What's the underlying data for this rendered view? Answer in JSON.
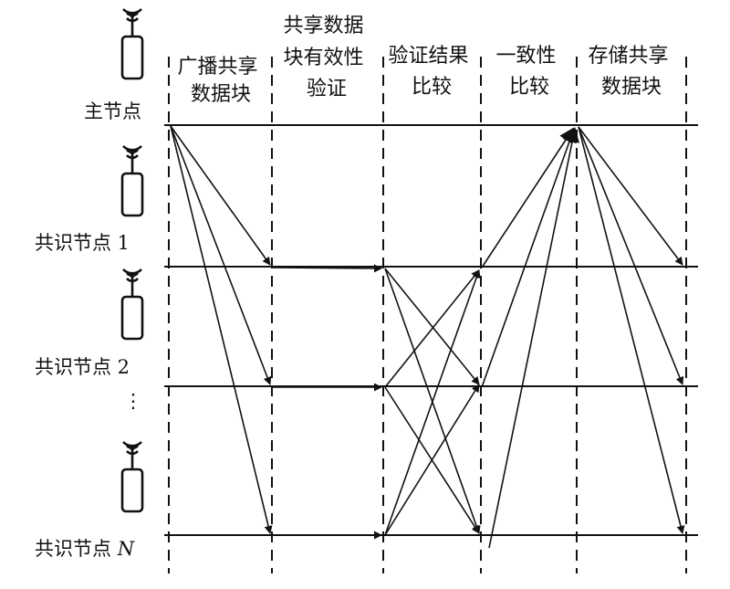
{
  "phases": [
    {
      "lines": [
        "广播共享",
        "数据块"
      ]
    },
    {
      "lines": [
        "共享数据",
        "块有效性",
        "验证"
      ]
    },
    {
      "lines": [
        "验证结果",
        "比较"
      ]
    },
    {
      "lines": [
        "一致性",
        "比较"
      ]
    },
    {
      "lines": [
        "存储共享",
        "数据块"
      ]
    }
  ],
  "nodes": {
    "primary": "主节点",
    "consensus1": "共识节点 1",
    "consensus2": "共识节点 2",
    "consensusN_prefix": "共识节点 ",
    "consensusN_var": "N",
    "ellipsis": "⋮"
  },
  "icons": [
    "antenna-icon",
    "antenna-icon",
    "antenna-icon",
    "antenna-icon"
  ],
  "colors": {
    "ink": "#111111"
  }
}
